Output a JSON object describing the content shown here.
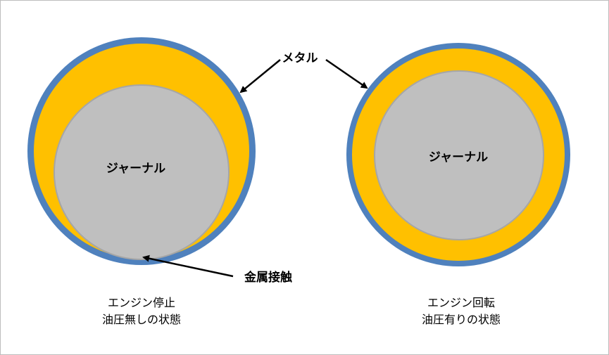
{
  "labels": {
    "metal": "メタル",
    "journal_left": "ジャーナル",
    "journal_right": "ジャーナル",
    "metal_contact": "金属接触"
  },
  "captions": {
    "left_line1": "エンジン停止",
    "left_line2": "油圧無しの状態",
    "right_line1": "エンジン回転",
    "right_line2": "油圧有りの状態"
  },
  "colors": {
    "metal": "#4f81bd",
    "oil": "#ffc000",
    "journal": "#bfbfbf",
    "journal_edge": "#a6a6a6",
    "arrow": "#000000"
  }
}
